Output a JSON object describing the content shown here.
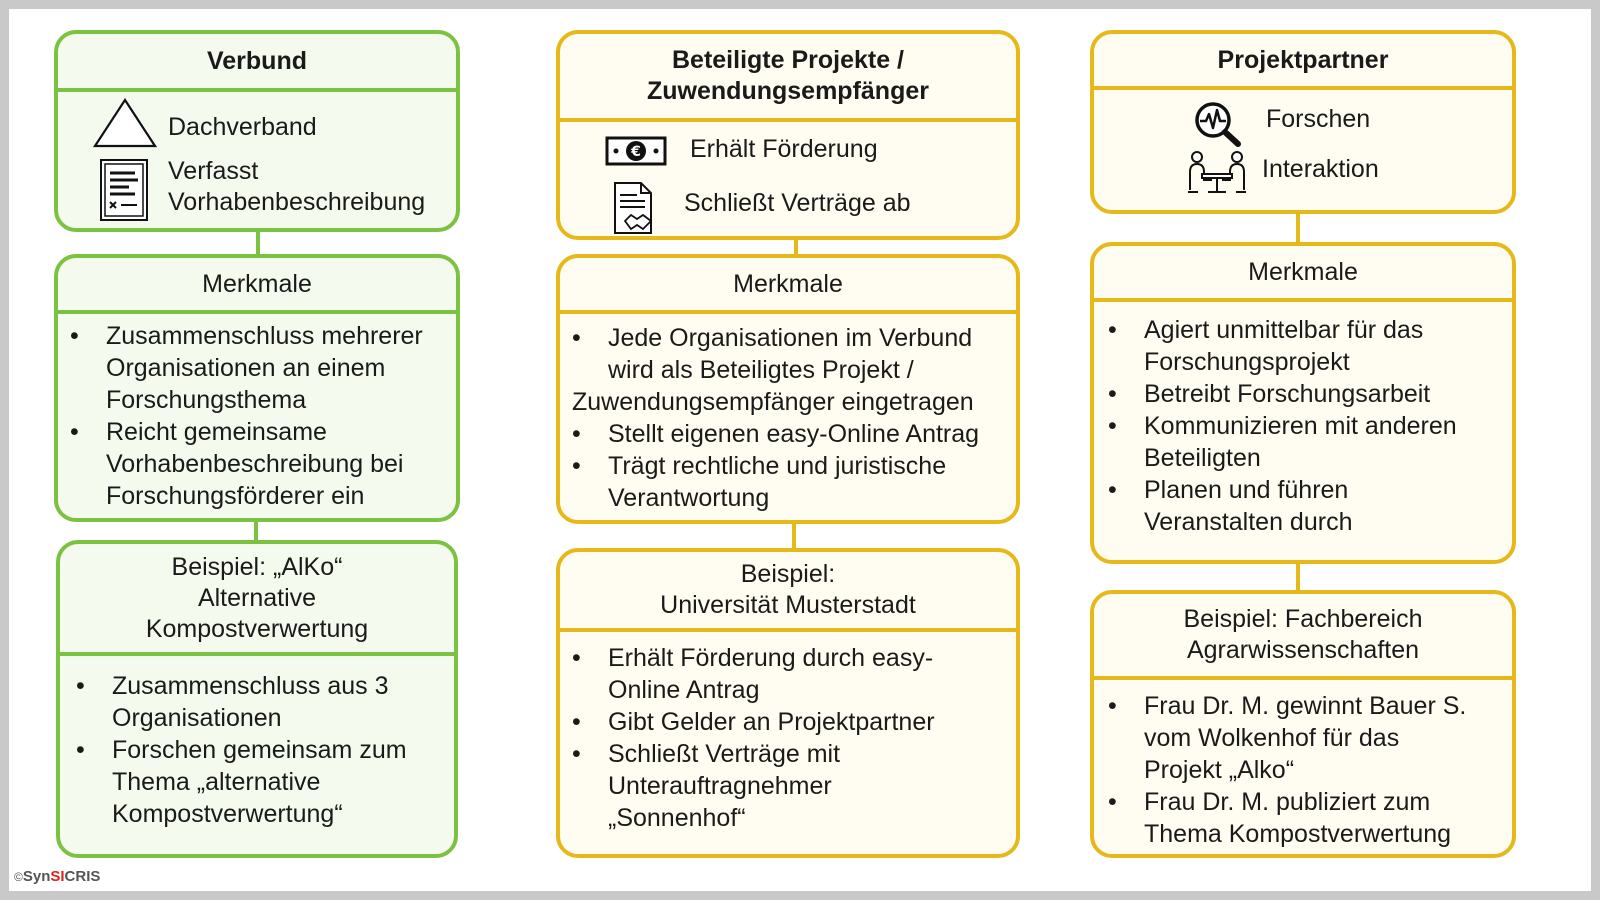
{
  "columns": [
    {
      "accent": "#7cc242",
      "top": {
        "title": "Verbund",
        "items": [
          {
            "icon": "triangle-icon",
            "text": "Dachverband"
          },
          {
            "icon": "document-form-icon",
            "text_lines": [
              "Verfasst",
              "Vorhabenbeschreibung"
            ]
          }
        ]
      },
      "features": {
        "title": "Merkmale",
        "bullets": [
          [
            "Zusammenschluss mehrerer",
            "Organisationen an einem",
            "Forschungsthema"
          ],
          [
            "Reicht gemeinsame",
            "Vorhabenbeschreibung bei",
            "Forschungsförderer ein"
          ]
        ]
      },
      "example": {
        "title_lines": [
          "Beispiel: „AlKo“",
          "Alternative",
          "Kompostverwertung"
        ],
        "bullets": [
          [
            "Zusammenschluss aus 3",
            "Organisationen"
          ],
          [
            "Forschen gemeinsam zum",
            "Thema „alternative",
            "Kompostverwertung“"
          ]
        ]
      }
    },
    {
      "accent": "#e6b819",
      "top": {
        "title_lines": [
          "Beteiligte Projekte /",
          "Zuwendungsempfänger"
        ],
        "items": [
          {
            "icon": "euro-banknote-icon",
            "text": "Erhält Förderung"
          },
          {
            "icon": "contract-handshake-icon",
            "text": "Schließt Verträge ab"
          }
        ]
      },
      "features": {
        "title": "Merkmale",
        "bullets": [
          [
            "Jede Organisationen im Verbund",
            "wird als Beteiligtes Projekt /"
          ],
          [
            "Stellt eigenen easy-Online Antrag"
          ],
          [
            "Trägt rechtliche und juristische",
            "Verantwortung"
          ]
        ],
        "continuation": "Zuwendungsempfänger eingetragen"
      },
      "example": {
        "title_lines": [
          "Beispiel:",
          "Universität Musterstadt"
        ],
        "bullets": [
          [
            "Erhält Förderung durch easy-",
            "Online Antrag"
          ],
          [
            "Gibt Gelder an Projektpartner"
          ],
          [
            "Schließt Verträge mit",
            "Unterauftragnehmer",
            "„Sonnenhof“"
          ]
        ]
      }
    },
    {
      "accent": "#e6b819",
      "top": {
        "title": "Projektpartner",
        "items": [
          {
            "icon": "magnifier-pulse-icon",
            "text": "Forschen"
          },
          {
            "icon": "people-table-icon",
            "text": "Interaktion"
          }
        ]
      },
      "features": {
        "title": "Merkmale",
        "bullets": [
          [
            "Agiert unmittelbar für das",
            "Forschungsprojekt"
          ],
          [
            "Betreibt Forschungsarbeit"
          ],
          [
            "Kommunizieren mit anderen",
            "Beteiligten"
          ],
          [
            "Planen und führen",
            "Veranstalten durch"
          ]
        ]
      },
      "example": {
        "title_lines": [
          "Beispiel: Fachbereich",
          "Agrarwissenschaften"
        ],
        "bullets": [
          [
            " Frau Dr. M. gewinnt Bauer S.",
            "vom Wolkenhof für das",
            "Projekt „Alko“"
          ],
          [
            "Frau Dr. M. publiziert zum",
            "Thema Kompostverwertung"
          ]
        ]
      }
    }
  ],
  "copyright": {
    "symbol": "©",
    "brand_prefix": "Syn",
    "brand_highlight": "SI",
    "brand_suffix": "CRIS",
    "highlight_color": "#d9261c"
  }
}
